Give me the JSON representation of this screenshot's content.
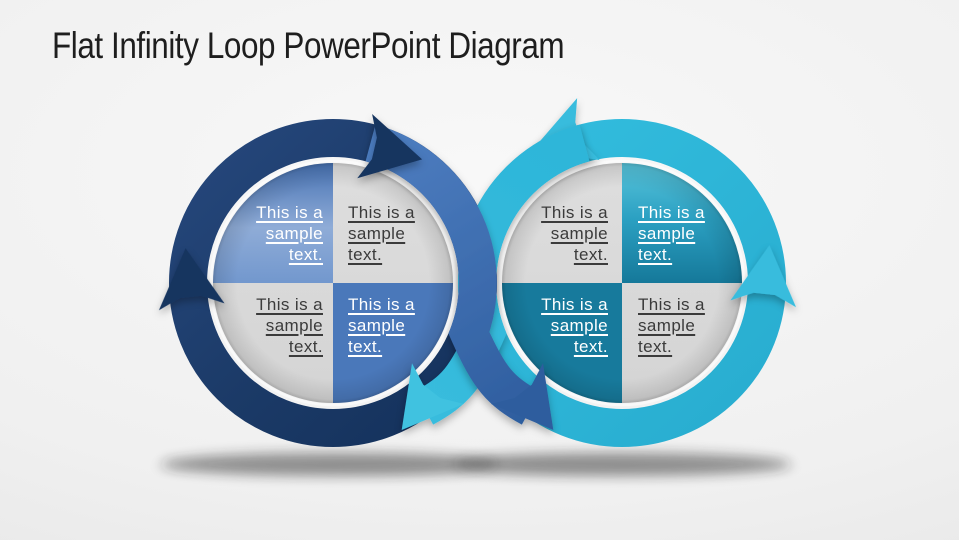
{
  "slide": {
    "title": "Flat Infinity Loop PowerPoint Diagram"
  },
  "colors": {
    "background": "#F0F0F0",
    "left_ring_navy": "#1B3A67",
    "left_crossover_band_blue": "#3E6FB4",
    "left_quadrant_glossy_blue": "#7096CD",
    "left_quadrant_flat_blue": "#4A78BA",
    "right_ring_cyan": "#2BB5D8",
    "right_quadrant_glossy_teal": "#2BA0C2",
    "right_quadrant_flat_teal": "#177A9C",
    "gray_quadrant": "#D9D9D9",
    "text_dark": "#3B3B3B",
    "text_light": "#FFFFFF"
  },
  "loops": {
    "left": {
      "direction": "clockwise",
      "arrow_icons": [
        "top-arrowhead-pointing-right",
        "left-arrowhead-pointing-up",
        "crossover-band-arrow-into-right-loop"
      ],
      "quadrants": [
        {
          "position": "top-left",
          "style": "glossy-blue",
          "text": "This is a sample text."
        },
        {
          "position": "top-right",
          "style": "gray",
          "text": "This is a sample text."
        },
        {
          "position": "bottom-left",
          "style": "gray",
          "text": "This is a sample text."
        },
        {
          "position": "bottom-right",
          "style": "flat-blue",
          "text": "This is a sample text."
        }
      ]
    },
    "right": {
      "direction": "counter-clockwise",
      "arrow_icons": [
        "top-left-arrowhead-pointing-down-left",
        "right-arrowhead-pointing-up",
        "crossover-band-arrow-into-left-loop"
      ],
      "quadrants": [
        {
          "position": "top-left",
          "style": "gray",
          "text": "This is a sample text."
        },
        {
          "position": "top-right",
          "style": "glossy-teal",
          "text": "This is a sample text."
        },
        {
          "position": "bottom-left",
          "style": "flat-teal",
          "text": "This is a sample text."
        },
        {
          "position": "bottom-right",
          "style": "gray",
          "text": "This is a sample text."
        }
      ]
    }
  }
}
